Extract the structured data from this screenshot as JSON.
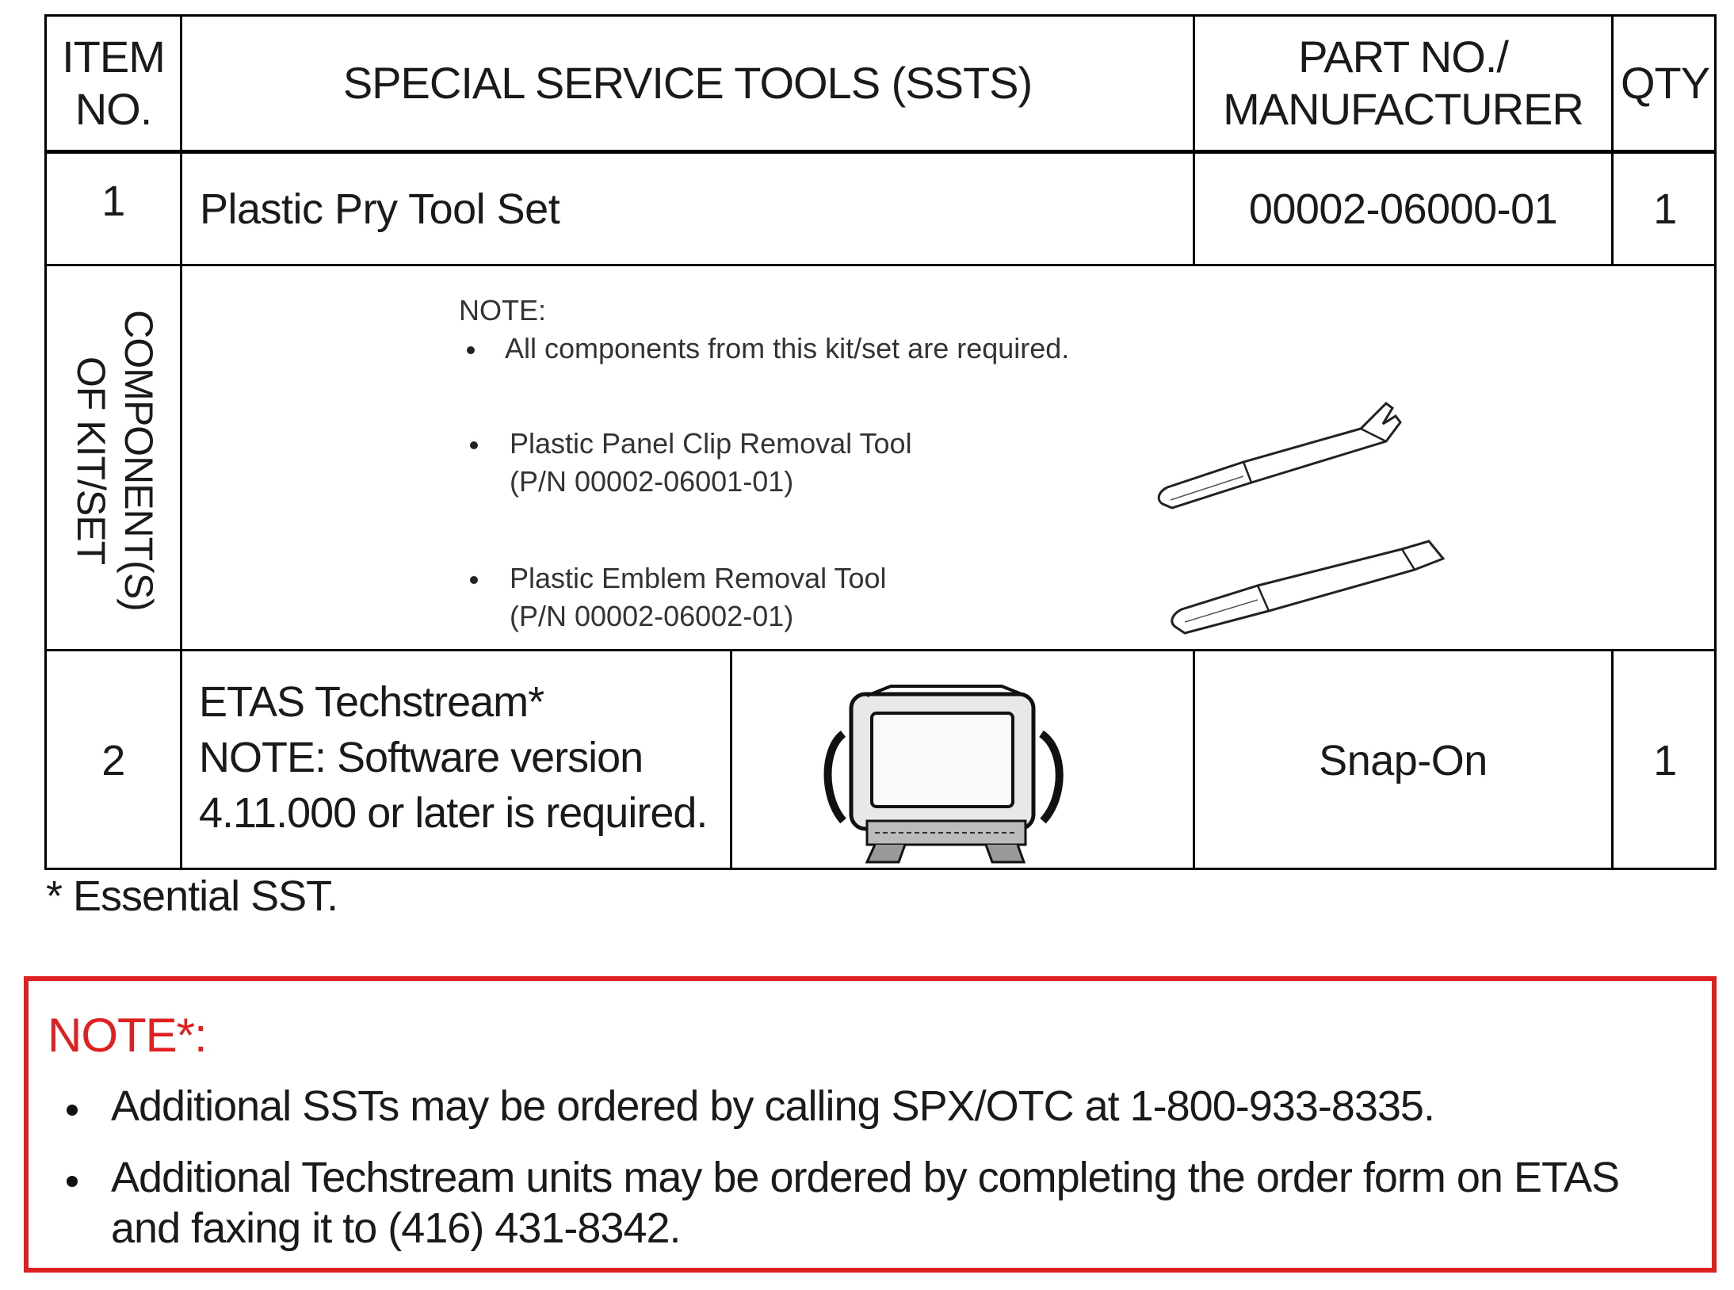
{
  "table": {
    "headers": {
      "item_no": "ITEM NO.",
      "item_no_l1": "ITEM",
      "item_no_l2": "NO.",
      "tools": "SPECIAL SERVICE TOOLS (SSTS)",
      "part_l1": "PART NO./",
      "part_l2": "MANUFACTURER",
      "qty": "QTY"
    },
    "row1": {
      "item": "1",
      "tool": "Plastic Pry Tool Set",
      "part": "00002-06000-01",
      "qty": "1"
    },
    "components": {
      "side_label_l1": "COMPONENT(S)",
      "side_label_l2": "OF KIT/SET",
      "note_title": "NOTE:",
      "note_text": "All components from this kit/set are required.",
      "items": [
        {
          "name": "Plastic Panel Clip Removal Tool",
          "pn": "(P/N 00002-06001-01)"
        },
        {
          "name": "Plastic Emblem Removal Tool",
          "pn": "(P/N 00002-06002-01)"
        }
      ]
    },
    "row2": {
      "item": "2",
      "tool_l1": "ETAS Techstream*",
      "tool_l2": "NOTE: Software version",
      "tool_l3": "4.11.000 or later is required.",
      "part": "Snap-On",
      "qty": "1"
    }
  },
  "footnote": "* Essential SST.",
  "note_box": {
    "title": "NOTE*:",
    "bullets": [
      "Additional SSTs may be ordered by calling SPX/OTC at 1-800-933-8335.",
      "Additional Techstream units may be ordered by completing the order form on ETAS and faxing it to (416) 431-8342."
    ]
  },
  "colors": {
    "border": "#000000",
    "note_border": "#e02020",
    "note_title": "#e02020"
  },
  "icons": [
    "panel-clip-tool-icon",
    "emblem-tool-icon",
    "techstream-device-icon"
  ]
}
